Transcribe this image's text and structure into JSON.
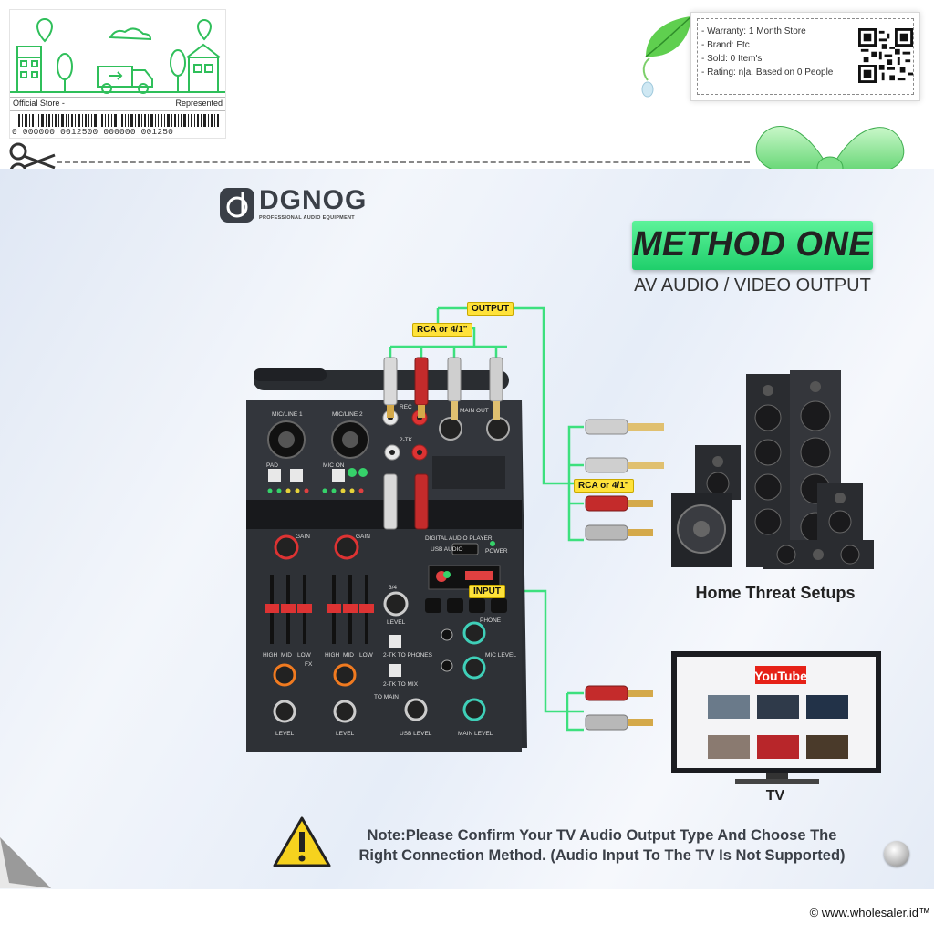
{
  "store_card": {
    "official_store_label": "Official Store -",
    "represented_label": "Represented",
    "barcode_number": "0 000000 0012500 000000 001250"
  },
  "info_box": {
    "warranty": "- Warranty: 1 Month Store",
    "brand": "- Brand: Etc",
    "sold": "- Sold: 0 Item's",
    "rating": "- Rating: n|a. Based on 0 People"
  },
  "product": {
    "brand_name": "DGNOG",
    "brand_tagline": "PROFESSIONAL AUDIO EQUIPMENT",
    "method_title": "METHOD ONE",
    "method_subtitle": "AV AUDIO / VIDEO OUTPUT"
  },
  "diagram": {
    "output_tag": "OUTPUT",
    "rca_tag_top": "RCA or 4/1\"",
    "rca_tag_right": "RCA or 4/1\"",
    "input_tag": "INPUT",
    "home_label": "Home Threat Setups",
    "tv_label": "TV",
    "tv_logo": "YouTube"
  },
  "mixer": {
    "mic_line_1": "MIC/LINE 1",
    "mic_line_2": "MIC/LINE 2",
    "main_out": "MAIN OUT",
    "rec": "REC",
    "two_tk": "2-TK",
    "gain": "GAIN",
    "gain2": "GAIN",
    "level_34": "3/4",
    "level": "LEVEL",
    "usb_audio": "USB AUDIO",
    "digital_player": "DIGITAL AUDIO PLAYER",
    "power": "POWER",
    "phone": "PHONE",
    "mic_level": "MIC LEVEL",
    "level1": "LEVEL",
    "level2": "LEVEL",
    "usb_level": "USB LEVEL",
    "main_level": "MAIN LEVEL",
    "eq_high": "HIGH",
    "eq_mid": "MID",
    "eq_low": "LOW",
    "eq_high2": "HIGH",
    "eq_mid2": "MID",
    "eq_low2": "LOW",
    "fx": "FX",
    "pad": "PAD",
    "mic_on": "MIC ON",
    "tk_to_phones": "2-TK TO PHONES",
    "tk_to_mix": "2-TK TO MIX",
    "to_main": "TO MAIN"
  },
  "note": {
    "line1": "Note:Please Confirm Your TV Audio Output Type And Choose The",
    "line2": "Right Connection Method. (Audio Input To The TV Is Not Supported)"
  },
  "footer": {
    "copyright": "© www.wholesaler.id™"
  },
  "colors": {
    "accent_green": "#1fcf6b",
    "wire_green": "#3de07e",
    "tag_yellow": "#ffe23a"
  }
}
